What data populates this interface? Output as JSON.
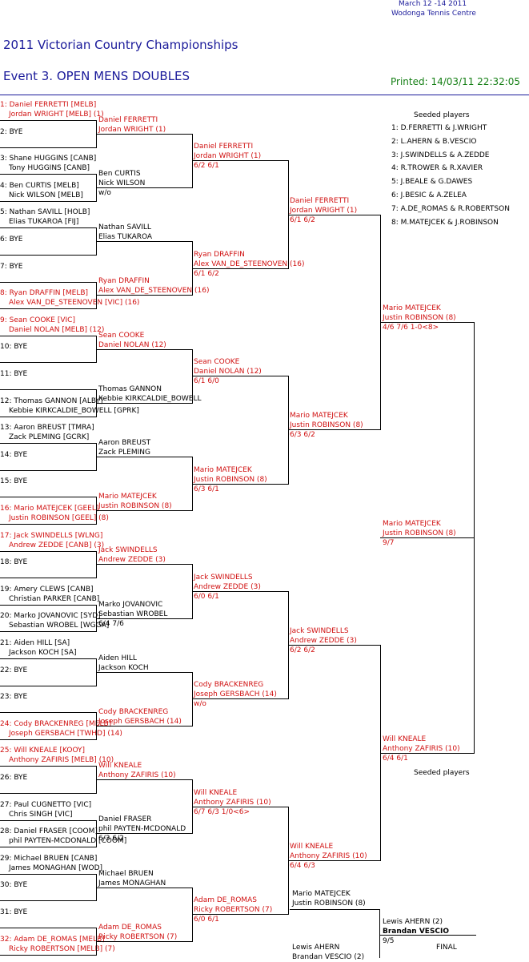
{
  "header": {
    "dates": "March 12 -14 2011",
    "venue": "Wodonga Tennis Centre",
    "title": "2011 Victorian Country Championships",
    "event": "Event 3. OPEN MENS DOUBLES",
    "printed": "Printed: 14/03/11 22:32:05"
  },
  "seeds": {
    "heading": "Seeded players",
    "items": [
      "1: D.FERRETTI & J.WRIGHT",
      "2: L.AHERN & B.VESCIO",
      "3: J.SWINDELLS & A.ZEDDE",
      "4: R.TROWER & R.XAVIER",
      "5: J.BEALE & G.DAWES",
      "6: J.BESIC & A.ZELEA",
      "7: A.DE_ROMAS & R.ROBERTSON",
      "8: M.MATEJCEK & J.ROBINSON"
    ],
    "heading2": "Seeded players"
  },
  "r1": [
    {
      "a": "1: Daniel FERRETTI [MELB]",
      "b": "Jordan WRIGHT [MELB] (1)",
      "red": true
    },
    {
      "a": "2: BYE",
      "b": "",
      "red": false
    },
    {
      "a": "3: Shane HUGGINS [CANB]",
      "b": "Tony HUGGINS [CANB]",
      "red": false
    },
    {
      "a": "4: Ben CURTIS [MELB]",
      "b": "Nick WILSON [MELB]",
      "red": false
    },
    {
      "a": "5: Nathan SAVILL [HOLB]",
      "b": "Elias TUKAROA [FIJ]",
      "red": false
    },
    {
      "a": "6: BYE",
      "b": "",
      "red": false
    },
    {
      "a": "7: BYE",
      "b": "",
      "red": false
    },
    {
      "a": "8: Ryan DRAFFIN [MELB]",
      "b": "Alex VAN_DE_STEENOVEN [VIC] (16)",
      "red": true
    },
    {
      "a": "9: Sean COOKE [VIC]",
      "b": "Daniel NOLAN [MELB] (12)",
      "red": true
    },
    {
      "a": "10: BYE",
      "b": "",
      "red": false
    },
    {
      "a": "11: BYE",
      "b": "",
      "red": false
    },
    {
      "a": "12: Thomas GANNON [ALBY]",
      "b": "Kebbie KIRKCALDIE_BOWELL [GPRK]",
      "red": false
    },
    {
      "a": "13: Aaron BREUST [TMRA]",
      "b": "Zack PLEMING [GCRK]",
      "red": false
    },
    {
      "a": "14: BYE",
      "b": "",
      "red": false
    },
    {
      "a": "15: BYE",
      "b": "",
      "red": false
    },
    {
      "a": "16: Mario MATEJCEK [GEEL]",
      "b": "Justin ROBINSON [GEEL] (8)",
      "red": true
    },
    {
      "a": "17: Jack SWINDELLS [WLNG]",
      "b": "Andrew ZEDDE [CANB] (3)",
      "red": true
    },
    {
      "a": "18: BYE",
      "b": "",
      "red": false
    },
    {
      "a": "19: Amery CLEWS [CANB]",
      "b": "Christian PARKER [CANB]",
      "red": false
    },
    {
      "a": "20: Marko JOVANOVIC [SYD]",
      "b": "Sebastian WROBEL [WGGA]",
      "red": false
    },
    {
      "a": "21: Aiden HILL [SA]",
      "b": "Jackson KOCH [SA]",
      "red": false
    },
    {
      "a": "22: BYE",
      "b": "",
      "red": false
    },
    {
      "a": "23: BYE",
      "b": "",
      "red": false
    },
    {
      "a": "24: Cody BRACKENREG [MELB]",
      "b": "Joseph GERSBACH [TWHD] (14)",
      "red": true
    },
    {
      "a": "25: Will KNEALE [KOOY]",
      "b": "Anthony ZAFIRIS [MELB] (10)",
      "red": true
    },
    {
      "a": "26: BYE",
      "b": "",
      "red": false
    },
    {
      "a": "27: Paul CUGNETTO [VIC]",
      "b": "Chris SINGH [VIC]",
      "red": false
    },
    {
      "a": "28: Daniel FRASER [COOM]",
      "b": "phil PAYTEN-MCDONALD [COOM]",
      "red": false
    },
    {
      "a": "29: Michael BRUEN [CANB]",
      "b": "James MONAGHAN [WOD]",
      "red": false
    },
    {
      "a": "30: BYE",
      "b": "",
      "red": false
    },
    {
      "a": "31: BYE",
      "b": "",
      "red": false
    },
    {
      "a": "32: Adam DE_ROMAS [MELB]",
      "b": "Ricky ROBERTSON [MELB] (7)",
      "red": true
    }
  ],
  "r2": [
    {
      "a": "Daniel FERRETTI",
      "b": "Jordan WRIGHT (1)",
      "s": "",
      "red": true
    },
    {
      "a": "Ben CURTIS",
      "b": "Nick WILSON",
      "s": "w/o",
      "red": false
    },
    {
      "a": "Nathan SAVILL",
      "b": "Elias TUKAROA",
      "s": "",
      "red": false
    },
    {
      "a": "Ryan DRAFFIN",
      "b": "Alex VAN_DE_STEENOVEN (16)",
      "s": "",
      "red": true
    },
    {
      "a": "Sean COOKE",
      "b": "Daniel NOLAN (12)",
      "s": "",
      "red": true
    },
    {
      "a": "Thomas GANNON",
      "b": "Kebbie KIRKCALDIE_BOWELL",
      "s": "",
      "red": false
    },
    {
      "a": "Aaron BREUST",
      "b": "Zack PLEMING",
      "s": "",
      "red": false
    },
    {
      "a": "Mario MATEJCEK",
      "b": "Justin ROBINSON (8)",
      "s": "",
      "red": true
    },
    {
      "a": "Jack SWINDELLS",
      "b": "Andrew ZEDDE (3)",
      "s": "",
      "red": true
    },
    {
      "a": "Marko JOVANOVIC",
      "b": "Sebastian WROBEL",
      "s": "6/4 7/6",
      "red": false
    },
    {
      "a": "Aiden HILL",
      "b": "Jackson KOCH",
      "s": "",
      "red": false
    },
    {
      "a": "Cody BRACKENREG",
      "b": "Joseph GERSBACH (14)",
      "s": "",
      "red": true
    },
    {
      "a": "Will KNEALE",
      "b": "Anthony ZAFIRIS (10)",
      "s": "",
      "red": true
    },
    {
      "a": "Daniel FRASER",
      "b": "phil PAYTEN-MCDONALD",
      "s": "6/3 6/2",
      "red": false
    },
    {
      "a": "Michael BRUEN",
      "b": "James MONAGHAN",
      "s": "",
      "red": false
    },
    {
      "a": "Adam DE_ROMAS",
      "b": "Ricky ROBERTSON (7)",
      "s": "",
      "red": true
    }
  ],
  "r3": [
    {
      "a": "Daniel FERRETTI",
      "b": "Jordan WRIGHT (1)",
      "s": "6/2 6/1"
    },
    {
      "a": "Ryan DRAFFIN",
      "b": "Alex VAN_DE_STEENOVEN (16)",
      "s": "6/1 6/2"
    },
    {
      "a": "Sean COOKE",
      "b": "Daniel NOLAN (12)",
      "s": "6/1 6/0"
    },
    {
      "a": "Mario MATEJCEK",
      "b": "Justin ROBINSON (8)",
      "s": "6/3 6/1"
    },
    {
      "a": "Jack SWINDELLS",
      "b": "Andrew ZEDDE (3)",
      "s": "6/0 6/1"
    },
    {
      "a": "Cody BRACKENREG",
      "b": "Joseph GERSBACH (14)",
      "s": "w/o"
    },
    {
      "a": "Will KNEALE",
      "b": "Anthony ZAFIRIS (10)",
      "s": "6/7 6/3 1/0<6>"
    },
    {
      "a": "Adam DE_ROMAS",
      "b": "Ricky ROBERTSON (7)",
      "s": "6/0 6/1"
    }
  ],
  "r4": [
    {
      "a": "Daniel FERRETTI",
      "b": "Jordan WRIGHT (1)",
      "s": "6/1 6/2"
    },
    {
      "a": "Mario MATEJCEK",
      "b": "Justin ROBINSON (8)",
      "s": "6/3 6/2"
    },
    {
      "a": "Jack SWINDELLS",
      "b": "Andrew ZEDDE (3)",
      "s": "6/2 6/2"
    },
    {
      "a": "Will KNEALE",
      "b": "Anthony ZAFIRIS (10)",
      "s": "6/4 6/3"
    }
  ],
  "r5": [
    {
      "a": "Mario MATEJCEK",
      "b": "Justin ROBINSON (8)",
      "s": "4/6 7/6 1-0<8>"
    },
    {
      "a": "Will KNEALE",
      "b": "Anthony ZAFIRIS (10)",
      "s": "6/4 6/1"
    }
  ],
  "r6": {
    "a": "Mario MATEJCEK",
    "b": "Justin ROBINSON (8)",
    "s": "9/7"
  },
  "final": {
    "winner_a": "Mario MATEJCEK",
    "winner_b": "Justin ROBINSON (8)",
    "runner_a": "Lewis AHERN (2)",
    "runner_b": "Brandan VESCIO",
    "score": "9/5",
    "label": "FINAL",
    "bottom_a": "Lewis AHERN",
    "bottom_b": "Brandan VESCIO (2)"
  }
}
